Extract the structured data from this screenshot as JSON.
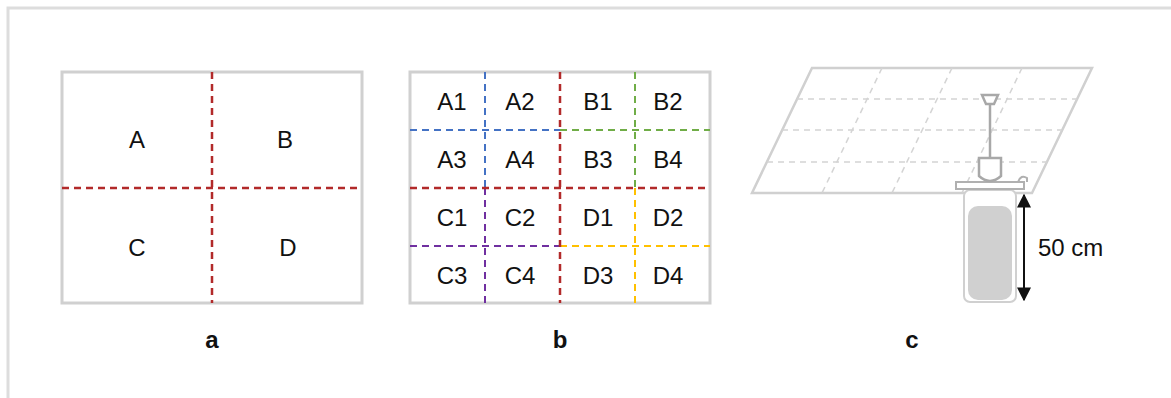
{
  "diagram": {
    "labels": [
      "A",
      "B",
      "C",
      "D",
      "A1",
      "A2",
      "B1",
      "B2",
      "A3",
      "A4",
      "B3",
      "B4",
      "C1",
      "C2",
      "D1",
      "D2",
      "C3",
      "C4",
      "D3",
      "D4",
      "50 cm",
      "a",
      "b",
      "c"
    ]
  }
}
